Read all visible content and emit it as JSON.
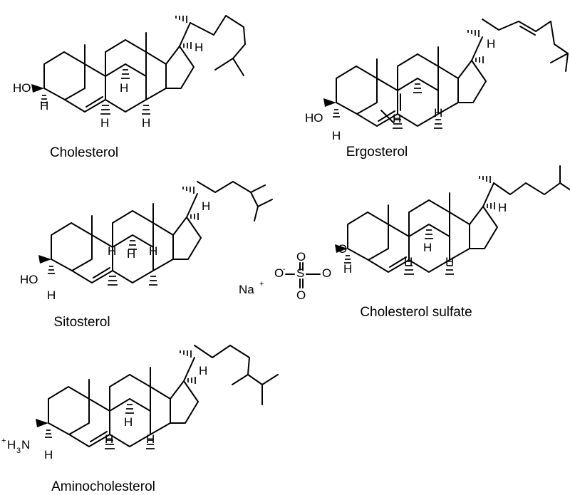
{
  "labels": {
    "cholesterol": "Cholesterol",
    "ergosterol": "Ergosterol",
    "sitosterol": "Sitosterol",
    "cholesterol_sulfate": "Cholesterol sulfate",
    "aminocholesterol": "Aminocholesterol"
  },
  "atoms": {
    "hydroxyl": "HO",
    "hydrogen": "H",
    "oxygen": "O",
    "sulfur": "S",
    "sodium": "Na",
    "plus": "+",
    "minus": "-",
    "nitrogen": "N",
    "amine_three": "3"
  }
}
